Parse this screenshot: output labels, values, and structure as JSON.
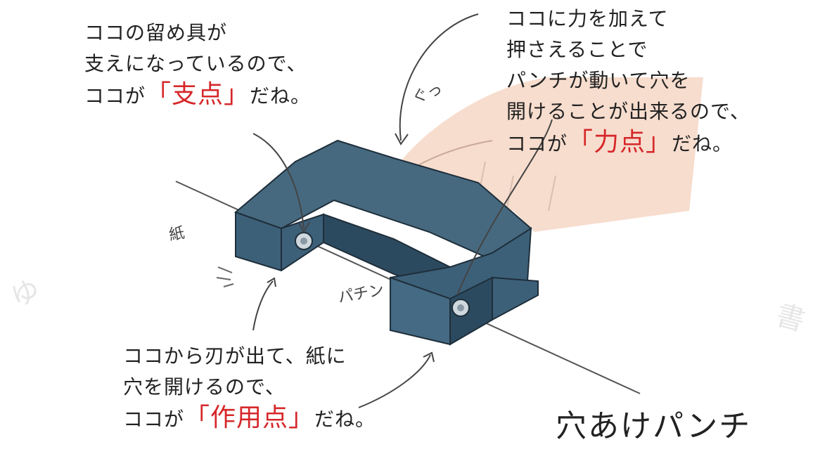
{
  "fulcrum": {
    "line1": "ココの留め具が",
    "line2": "支えになっているので、",
    "line3_pre": "ココが",
    "line3_hl": "「支点」",
    "line3_post": "だね。"
  },
  "effort": {
    "line1": "ココに力を加えて",
    "line2": "押さえることで",
    "line3": "パンチが動いて穴を",
    "line4": "開けることが出来るので、",
    "line5_pre": "ココが",
    "line5_hl": "「力点」",
    "line5_post": "だね。"
  },
  "load": {
    "line1": "ココから刃が出て、紙に",
    "line2": "穴を開けるので、",
    "line3_pre": "ココが",
    "line3_hl": "「作用点」",
    "line3_post": "だね。"
  },
  "labels": {
    "paper": "紙",
    "push_sound": "ぐっ",
    "punch": "パチン",
    "title": "穴あけパンチ"
  },
  "watermarks": {
    "left": "ゆ",
    "right": "書"
  },
  "colors": {
    "punch_body": "#3d6079",
    "punch_dark": "#2c4a5f",
    "highlight": "#d6282a",
    "finger": "#f6d9c9"
  }
}
